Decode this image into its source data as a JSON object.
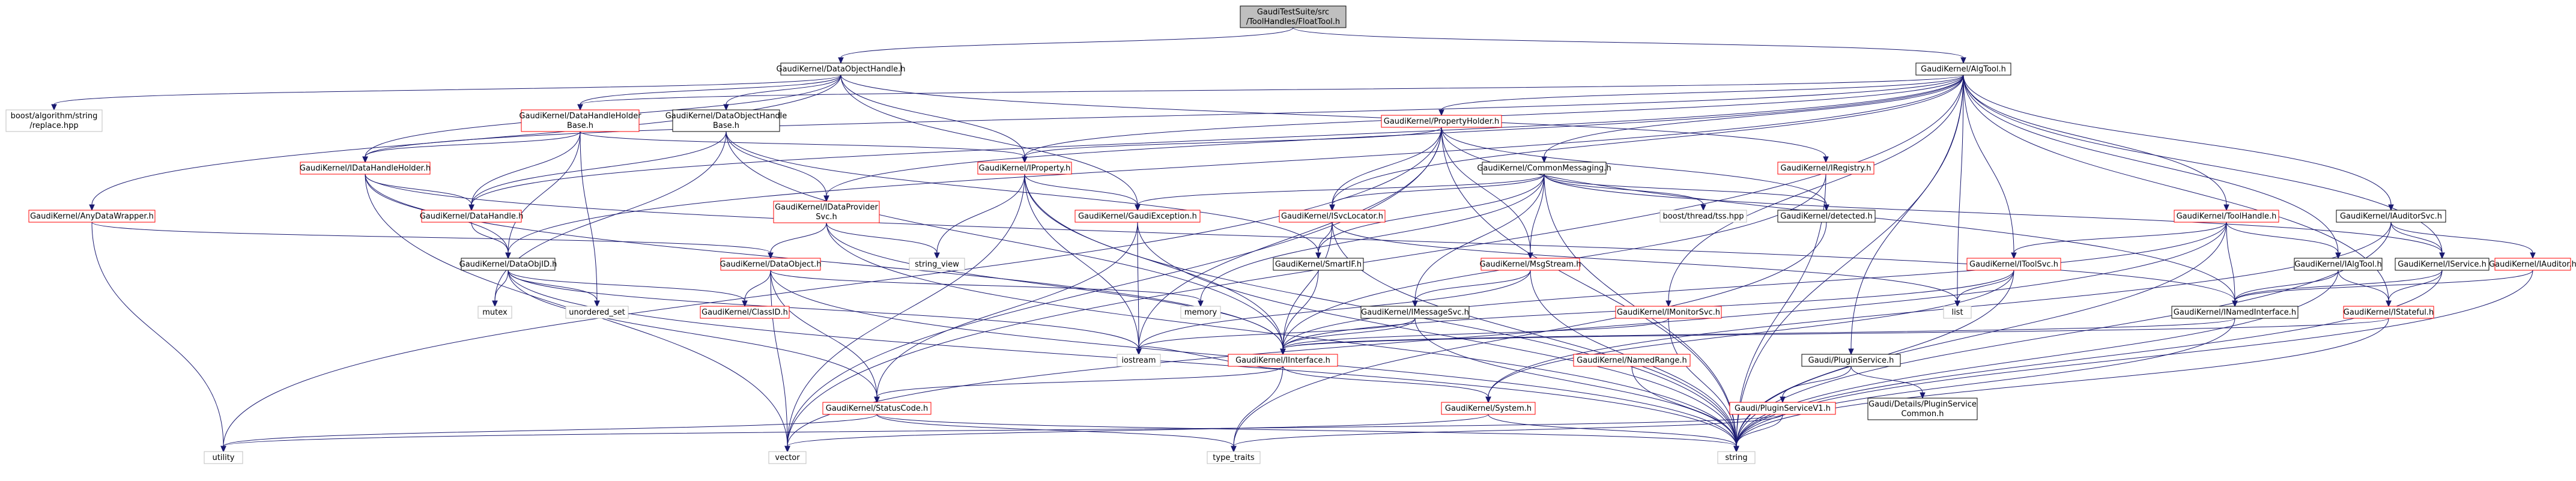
{
  "colors": {
    "edge": "#191970",
    "node_border": "#000000",
    "node_border_red": "#ff0000",
    "node_border_gray": "#bfbfbf",
    "root_fill": "#bfbfbf",
    "background": "#ffffff"
  },
  "nodes": [
    {
      "id": "root",
      "lines": [
        "GaudiTestSuite/src",
        "/ToolHandles/FloatTool.h"
      ],
      "style": "root"
    },
    {
      "id": "dataobjhandle",
      "lines": [
        "GaudiKernel/DataObjectHandle.h"
      ],
      "style": "normal"
    },
    {
      "id": "algtool",
      "lines": [
        "GaudiKernel/AlgTool.h"
      ],
      "style": "normal"
    },
    {
      "id": "boost_algo",
      "lines": [
        "boost/algorithm/string",
        "/replace.hpp"
      ],
      "style": "plain"
    },
    {
      "id": "anydatawrapper",
      "lines": [
        "GaudiKernel/AnyDataWrapper.h"
      ],
      "style": "red"
    },
    {
      "id": "datahandleholderbase",
      "lines": [
        "GaudiKernel/DataHandleHolder",
        "Base.h"
      ],
      "style": "red"
    },
    {
      "id": "dataobjhandlebase",
      "lines": [
        "GaudiKernel/DataObjectHandle",
        "Base.h"
      ],
      "style": "normal"
    },
    {
      "id": "propertyholder",
      "lines": [
        "GaudiKernel/PropertyHolder.h"
      ],
      "style": "red"
    },
    {
      "id": "idatahandleholder",
      "lines": [
        "GaudiKernel/IDataHandleHolder.h"
      ],
      "style": "red"
    },
    {
      "id": "iproperty",
      "lines": [
        "GaudiKernel/IProperty.h"
      ],
      "style": "red"
    },
    {
      "id": "commonmessaging",
      "lines": [
        "GaudiKernel/CommonMessaging.h"
      ],
      "style": "normal"
    },
    {
      "id": "iregistry",
      "lines": [
        "GaudiKernel/IRegistry.h"
      ],
      "style": "red"
    },
    {
      "id": "datahandle",
      "lines": [
        "GaudiKernel/DataHandle.h"
      ],
      "style": "red"
    },
    {
      "id": "idataprovidersvc",
      "lines": [
        "GaudiKernel/IDataProvider",
        "Svc.h"
      ],
      "style": "red"
    },
    {
      "id": "gaudiexception",
      "lines": [
        "GaudiKernel/GaudiException.h"
      ],
      "style": "red"
    },
    {
      "id": "isvclocator",
      "lines": [
        "GaudiKernel/ISvcLocator.h"
      ],
      "style": "red"
    },
    {
      "id": "boost_tss",
      "lines": [
        "boost/thread/tss.hpp"
      ],
      "style": "plain"
    },
    {
      "id": "detected",
      "lines": [
        "GaudiKernel/detected.h"
      ],
      "style": "normal"
    },
    {
      "id": "toolhandle",
      "lines": [
        "GaudiKernel/ToolHandle.h"
      ],
      "style": "red"
    },
    {
      "id": "iauditorsvc",
      "lines": [
        "GaudiKernel/IAuditorSvc.h"
      ],
      "style": "normal"
    },
    {
      "id": "dataobjid",
      "lines": [
        "GaudiKernel/DataObjID.h"
      ],
      "style": "normal"
    },
    {
      "id": "dataobject",
      "lines": [
        "GaudiKernel/DataObject.h"
      ],
      "style": "red"
    },
    {
      "id": "string_view",
      "lines": [
        "string_view"
      ],
      "style": "plain"
    },
    {
      "id": "smartif",
      "lines": [
        "GaudiKernel/SmartIF.h"
      ],
      "style": "normal"
    },
    {
      "id": "imsgstream",
      "lines": [
        "GaudiKernel/MsgStream.h"
      ],
      "style": "red"
    },
    {
      "id": "itoolsvc",
      "lines": [
        "GaudiKernel/IToolSvc.h"
      ],
      "style": "red"
    },
    {
      "id": "ialgtool",
      "lines": [
        "GaudiKernel/IAlgTool.h"
      ],
      "style": "normal"
    },
    {
      "id": "iservice",
      "lines": [
        "GaudiKernel/IService.h"
      ],
      "style": "normal"
    },
    {
      "id": "iauditor",
      "lines": [
        "GaudiKernel/IAuditor.h"
      ],
      "style": "red"
    },
    {
      "id": "mutex",
      "lines": [
        "mutex"
      ],
      "style": "plain"
    },
    {
      "id": "unordered_set",
      "lines": [
        "unordered_set"
      ],
      "style": "plain"
    },
    {
      "id": "classid",
      "lines": [
        "GaudiKernel/ClassID.h"
      ],
      "style": "red"
    },
    {
      "id": "memory",
      "lines": [
        "memory"
      ],
      "style": "plain"
    },
    {
      "id": "imessagesvc",
      "lines": [
        "GaudiKernel/IMessageSvc.h"
      ],
      "style": "normal"
    },
    {
      "id": "imonitorsvc",
      "lines": [
        "GaudiKernel/IMonitorSvc.h"
      ],
      "style": "red"
    },
    {
      "id": "list",
      "lines": [
        "list"
      ],
      "style": "plain"
    },
    {
      "id": "inamedinterface",
      "lines": [
        "GaudiKernel/INamedInterface.h"
      ],
      "style": "normal"
    },
    {
      "id": "istateful",
      "lines": [
        "GaudiKernel/IStateful.h"
      ],
      "style": "red"
    },
    {
      "id": "iostream",
      "lines": [
        "iostream"
      ],
      "style": "plain"
    },
    {
      "id": "iinterface",
      "lines": [
        "GaudiKernel/IInterface.h"
      ],
      "style": "red"
    },
    {
      "id": "namedrange",
      "lines": [
        "GaudiKernel/NamedRange.h"
      ],
      "style": "red"
    },
    {
      "id": "ipluginservice",
      "lines": [
        "Gaudi/PluginService.h"
      ],
      "style": "normal"
    },
    {
      "id": "statuscode",
      "lines": [
        "GaudiKernel/StatusCode.h"
      ],
      "style": "red"
    },
    {
      "id": "system",
      "lines": [
        "GaudiKernel/System.h"
      ],
      "style": "red"
    },
    {
      "id": "pluginservicev1",
      "lines": [
        "Gaudi/PluginServiceV1.h"
      ],
      "style": "red"
    },
    {
      "id": "pluginservicecommon",
      "lines": [
        "Gaudi/Details/PluginService",
        "Common.h"
      ],
      "style": "normal"
    },
    {
      "id": "utility",
      "lines": [
        "utility"
      ],
      "style": "plain"
    },
    {
      "id": "vector",
      "lines": [
        "vector"
      ],
      "style": "plain"
    },
    {
      "id": "type_traits",
      "lines": [
        "type_traits"
      ],
      "style": "plain"
    },
    {
      "id": "string",
      "lines": [
        "string"
      ],
      "style": "plain"
    }
  ],
  "edges": [
    [
      "root",
      "dataobjhandle"
    ],
    [
      "root",
      "algtool"
    ],
    [
      "dataobjhandle",
      "boost_algo"
    ],
    [
      "dataobjhandle",
      "anydatawrapper"
    ],
    [
      "dataobjhandle",
      "datahandleholderbase"
    ],
    [
      "dataobjhandle",
      "dataobjhandlebase"
    ],
    [
      "dataobjhandle",
      "iregistry"
    ],
    [
      "dataobjhandle",
      "iproperty"
    ],
    [
      "dataobjhandle",
      "gaudiexception"
    ],
    [
      "dataobjhandle",
      "idatahandleholder"
    ],
    [
      "algtool",
      "propertyholder"
    ],
    [
      "algtool",
      "commonmessaging"
    ],
    [
      "algtool",
      "isvclocator"
    ],
    [
      "algtool",
      "toolhandle"
    ],
    [
      "algtool",
      "iauditorsvc"
    ],
    [
      "algtool",
      "ialgtool"
    ],
    [
      "algtool",
      "iservice"
    ],
    [
      "algtool",
      "itoolsvc"
    ],
    [
      "algtool",
      "imonitorsvc"
    ],
    [
      "algtool",
      "istateful"
    ],
    [
      "algtool",
      "ipluginservice"
    ],
    [
      "algtool",
      "datahandleholderbase"
    ],
    [
      "algtool",
      "idatahandleholder"
    ],
    [
      "algtool",
      "iproperty"
    ],
    [
      "algtool",
      "datahandle"
    ],
    [
      "algtool",
      "dataobjid"
    ],
    [
      "algtool",
      "idataprovidersvc"
    ],
    [
      "algtool",
      "string"
    ],
    [
      "algtool",
      "vector"
    ],
    [
      "algtool",
      "list"
    ],
    [
      "anydatawrapper",
      "dataobject"
    ],
    [
      "anydatawrapper",
      "utility"
    ],
    [
      "datahandleholderbase",
      "idatahandleholder"
    ],
    [
      "datahandleholderbase",
      "datahandle"
    ],
    [
      "datahandleholderbase",
      "dataobjid"
    ],
    [
      "datahandleholderbase",
      "unordered_set"
    ],
    [
      "datahandleholderbase",
      "iproperty"
    ],
    [
      "dataobjhandlebase",
      "datahandle"
    ],
    [
      "dataobjhandlebase",
      "idataprovidersvc"
    ],
    [
      "dataobjhandlebase",
      "smartif"
    ],
    [
      "dataobjhandlebase",
      "mutex"
    ],
    [
      "dataobjhandlebase",
      "iinterface"
    ],
    [
      "propertyholder",
      "iproperty"
    ],
    [
      "propertyholder",
      "imsgstream"
    ],
    [
      "propertyholder",
      "isvclocator"
    ],
    [
      "propertyholder",
      "detected"
    ],
    [
      "propertyholder",
      "inamedinterface"
    ],
    [
      "propertyholder",
      "iostream"
    ],
    [
      "propertyholder",
      "string"
    ],
    [
      "propertyholder",
      "utility"
    ],
    [
      "propertyholder",
      "vector"
    ],
    [
      "idatahandleholder",
      "datahandle"
    ],
    [
      "idatahandleholder",
      "dataobjid"
    ],
    [
      "idatahandleholder",
      "inamedinterface"
    ],
    [
      "idatahandleholder",
      "iinterface"
    ],
    [
      "idatahandleholder",
      "vector"
    ],
    [
      "iproperty",
      "gaudiexception"
    ],
    [
      "iproperty",
      "iinterface"
    ],
    [
      "iproperty",
      "string_view"
    ],
    [
      "iproperty",
      "iostream"
    ],
    [
      "iproperty",
      "string"
    ],
    [
      "iproperty",
      "vector"
    ],
    [
      "commonmessaging",
      "gaudiexception"
    ],
    [
      "commonmessaging",
      "isvclocator"
    ],
    [
      "commonmessaging",
      "imessagesvc"
    ],
    [
      "commonmessaging",
      "imsgstream"
    ],
    [
      "commonmessaging",
      "boost_tss"
    ],
    [
      "commonmessaging",
      "detected"
    ],
    [
      "commonmessaging",
      "iservice"
    ],
    [
      "commonmessaging",
      "smartif"
    ],
    [
      "commonmessaging",
      "memory"
    ],
    [
      "commonmessaging",
      "string"
    ],
    [
      "iregistry",
      "iinterface"
    ],
    [
      "iregistry",
      "string"
    ],
    [
      "datahandle",
      "dataobjid"
    ],
    [
      "idataprovidersvc",
      "dataobject"
    ],
    [
      "idataprovidersvc",
      "iinterface"
    ],
    [
      "idataprovidersvc",
      "string_view"
    ],
    [
      "idataprovidersvc",
      "string"
    ],
    [
      "gaudiexception",
      "statuscode"
    ],
    [
      "gaudiexception",
      "iostream"
    ],
    [
      "gaudiexception",
      "string"
    ],
    [
      "isvclocator",
      "smartif"
    ],
    [
      "isvclocator",
      "iinterface"
    ],
    [
      "isvclocator",
      "list"
    ],
    [
      "isvclocator",
      "string"
    ],
    [
      "detected",
      "type_traits"
    ],
    [
      "toolhandle",
      "ialgtool"
    ],
    [
      "toolhandle",
      "itoolsvc"
    ],
    [
      "toolhandle",
      "inamedinterface"
    ],
    [
      "toolhandle",
      "iinterface"
    ],
    [
      "toolhandle",
      "string"
    ],
    [
      "toolhandle",
      "vector"
    ],
    [
      "iauditorsvc",
      "iauditor"
    ],
    [
      "iauditorsvc",
      "iservice"
    ],
    [
      "iauditorsvc",
      "string"
    ],
    [
      "iauditorsvc",
      "system"
    ],
    [
      "dataobjid",
      "classid"
    ],
    [
      "dataobjid",
      "statuscode"
    ],
    [
      "dataobjid",
      "mutex"
    ],
    [
      "dataobjid",
      "unordered_set"
    ],
    [
      "dataobjid",
      "iostream"
    ],
    [
      "dataobjid",
      "string"
    ],
    [
      "dataobject",
      "classid"
    ],
    [
      "dataobject",
      "statuscode"
    ],
    [
      "dataobject",
      "memory"
    ],
    [
      "dataobject",
      "string"
    ],
    [
      "dataobject",
      "vector"
    ],
    [
      "smartif",
      "iinterface"
    ],
    [
      "imsgstream",
      "imessagesvc"
    ],
    [
      "imsgstream",
      "iostream"
    ],
    [
      "imsgstream",
      "string"
    ],
    [
      "itoolsvc",
      "iinterface"
    ],
    [
      "itoolsvc",
      "list"
    ],
    [
      "itoolsvc",
      "string"
    ],
    [
      "itoolsvc",
      "system"
    ],
    [
      "ialgtool",
      "inamedinterface"
    ],
    [
      "ialgtool",
      "istateful"
    ],
    [
      "ialgtool",
      "string"
    ],
    [
      "iservice",
      "inamedinterface"
    ],
    [
      "iservice",
      "istateful"
    ],
    [
      "iservice",
      "string"
    ],
    [
      "iauditor",
      "inamedinterface"
    ],
    [
      "iauditor",
      "string"
    ],
    [
      "imessagesvc",
      "iinterface"
    ],
    [
      "imessagesvc",
      "iostream"
    ],
    [
      "imessagesvc",
      "string"
    ],
    [
      "imonitorsvc",
      "iinterface"
    ],
    [
      "imonitorsvc",
      "string"
    ],
    [
      "inamedinterface",
      "iinterface"
    ],
    [
      "inamedinterface",
      "string"
    ],
    [
      "istateful",
      "iinterface"
    ],
    [
      "istateful",
      "string"
    ],
    [
      "iinterface",
      "statuscode"
    ],
    [
      "iinterface",
      "system"
    ],
    [
      "iinterface",
      "type_traits"
    ],
    [
      "iinterface",
      "iostream"
    ],
    [
      "namedrange",
      "string"
    ],
    [
      "ipluginservice",
      "pluginservicev1"
    ],
    [
      "ipluginservice",
      "pluginservicecommon"
    ],
    [
      "statuscode",
      "utility"
    ],
    [
      "statuscode",
      "type_traits"
    ],
    [
      "statuscode",
      "string"
    ],
    [
      "system",
      "string"
    ],
    [
      "system",
      "vector"
    ],
    [
      "pluginservicev1",
      "string"
    ],
    [
      "pluginservicev1",
      "type_traits"
    ],
    [
      "pluginservicev1",
      "utility"
    ]
  ]
}
